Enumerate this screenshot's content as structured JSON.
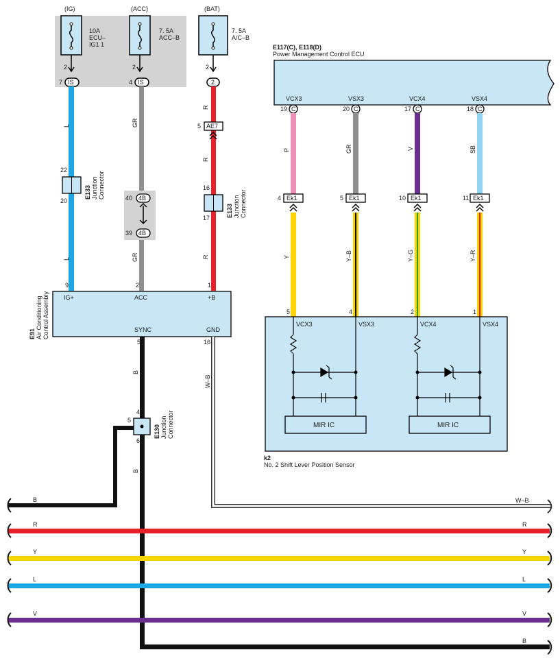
{
  "colors": {
    "L": "#1ba6e6",
    "GR": "#8f8f8f",
    "R": "#e8202a",
    "P": "#ee8fb9",
    "V": "#6a2f91",
    "SB": "#8fd3f2",
    "Y": "#f9d400",
    "B": "#111111",
    "W": "#ffffff",
    "G": "#2f9e3f",
    "panel": "#d3d3d3",
    "fill": "#c8e6f5"
  },
  "fuses": {
    "ig": {
      "source": "(IG)",
      "rating": "10A",
      "name1": "ECU–",
      "name2": "IG1 1",
      "pin": "2",
      "conn_pin": "7",
      "conn": "IS"
    },
    "acc": {
      "source": "(ACC)",
      "rating": "7. 5A",
      "name1": "ACC–B",
      "pin": "2",
      "conn_pin": "4",
      "conn": "IS"
    },
    "bat": {
      "source": "(BAT)",
      "rating": "7. 5A",
      "name1": "A/C–B",
      "pin": "2",
      "conn": "2"
    }
  },
  "ecu": {
    "code": "E117(C), E118(D)",
    "name": "Power Management Control ECU",
    "pins": [
      {
        "label": "VCX3",
        "num": "19",
        "conn": "C"
      },
      {
        "label": "VSX3",
        "num": "20",
        "conn": "C"
      },
      {
        "label": "VCX4",
        "num": "17",
        "conn": "C"
      },
      {
        "label": "VSX4",
        "num": "18",
        "conn": "C"
      }
    ]
  },
  "wires": {
    "l": "L",
    "gr": "GR",
    "r": "R",
    "p": "P",
    "v": "V",
    "sb": "SB",
    "y": "Y",
    "yb": "Y–B",
    "yg": "Y–G",
    "yr": "Y–R",
    "b": "B",
    "wb": "W–B"
  },
  "junctions": {
    "e133a": {
      "code": "E133",
      "name1": "Junction",
      "name2": "Connector",
      "pin_top": "22",
      "pin_bottom": "20"
    },
    "e133b": {
      "code": "E133",
      "name1": "Junction",
      "name2": "Connector",
      "pin_top": "16",
      "pin_bottom": "17"
    },
    "e130": {
      "code": "E130",
      "name1": "Junction",
      "name2": "Connector",
      "pin_top": "4",
      "pin_left": "5",
      "pin_bottom": "6"
    }
  },
  "connectors": {
    "ae7": {
      "pin": "5",
      "label": "AE7"
    },
    "c4b_top": {
      "pin": "40",
      "label": "4B"
    },
    "c4b_bottom": {
      "pin": "39",
      "label": "4B"
    },
    "ek1": [
      {
        "pin": "4",
        "label": "Ek1"
      },
      {
        "pin": "5",
        "label": "Ek1"
      },
      {
        "pin": "10",
        "label": "Ek1"
      },
      {
        "pin": "11",
        "label": "Ek1"
      }
    ]
  },
  "ac": {
    "code": "E91",
    "name1": "Air Conditioning",
    "name2": "Control Assembly",
    "pins_top": [
      {
        "num": "9",
        "label": "IG+"
      },
      {
        "num": "2",
        "label": "ACC"
      },
      {
        "num": "1",
        "label": "+B"
      }
    ],
    "pins_bottom": [
      {
        "num": "5",
        "label": "SYNC"
      },
      {
        "num": "16",
        "label": "GND"
      }
    ]
  },
  "sensor": {
    "code": "k2",
    "name": "No. 2 Shift Lever Position Sensor",
    "pins": [
      {
        "num": "5",
        "label": "VCX3"
      },
      {
        "num": "4",
        "label": "VSX3"
      },
      {
        "num": "2",
        "label": "VCX4"
      },
      {
        "num": "1",
        "label": "VSX4"
      }
    ],
    "ic_label_1": "MIR IC",
    "ic_label_2": "MIR IC"
  },
  "buses": [
    {
      "label": "B"
    },
    {
      "label": "R"
    },
    {
      "label": "Y"
    },
    {
      "label": "L"
    },
    {
      "label": "V"
    },
    {
      "label": "B"
    }
  ],
  "bus_wb_label": "W–B"
}
